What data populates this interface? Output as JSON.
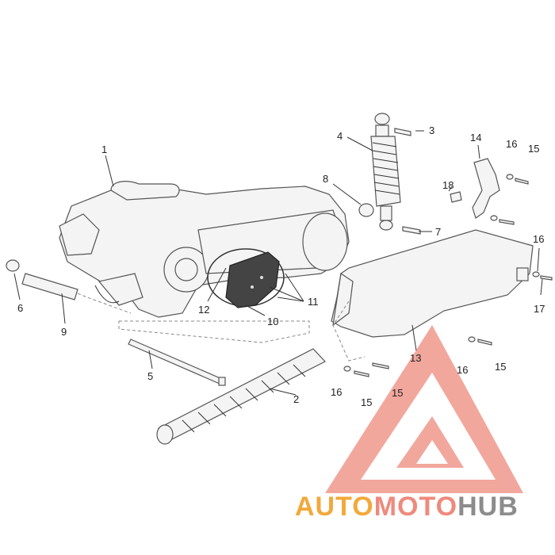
{
  "callouts": {
    "c1": "1",
    "c2": "2",
    "c3": "3",
    "c4": "4",
    "c5": "5",
    "c6": "6",
    "c7": "7",
    "c8": "8",
    "c9": "9",
    "c10": "10",
    "c11": "11",
    "c12": "12",
    "c13": "13",
    "c14": "14",
    "c15a": "15",
    "c15b": "15",
    "c15c": "15",
    "c15d": "15",
    "c16a": "16",
    "c16b": "16",
    "c16c": "16",
    "c16d": "16",
    "c17": "17",
    "c18": "18"
  },
  "watermark": {
    "part1": "AUTO",
    "part2": "MOTO",
    "part3": "HUB",
    "color_primary": "#ee8a7d",
    "color_secondary": "#f2a93b",
    "color_tertiary": "#8c8c8c"
  }
}
